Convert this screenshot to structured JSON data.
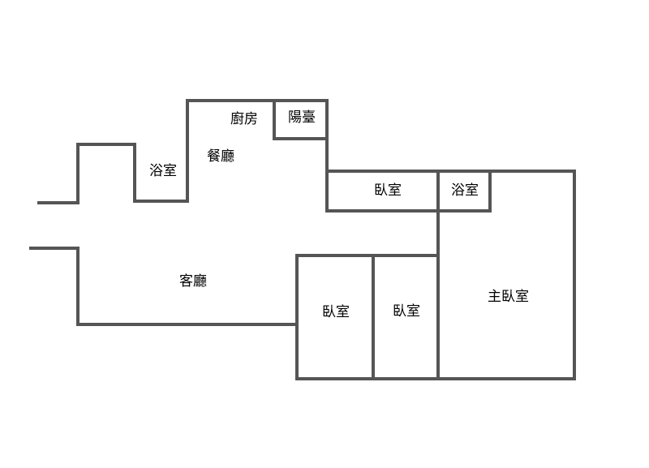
{
  "floorplan": {
    "rooms": {
      "kitchen": "廚房",
      "balcony": "陽臺",
      "bath_left": "浴室",
      "dining": "餐廳",
      "bedroom_top": "臥室",
      "bath_right": "浴室",
      "living": "客廳",
      "bedroom_a": "臥室",
      "bedroom_b": "臥室",
      "master_bedroom": "主臥室"
    }
  }
}
